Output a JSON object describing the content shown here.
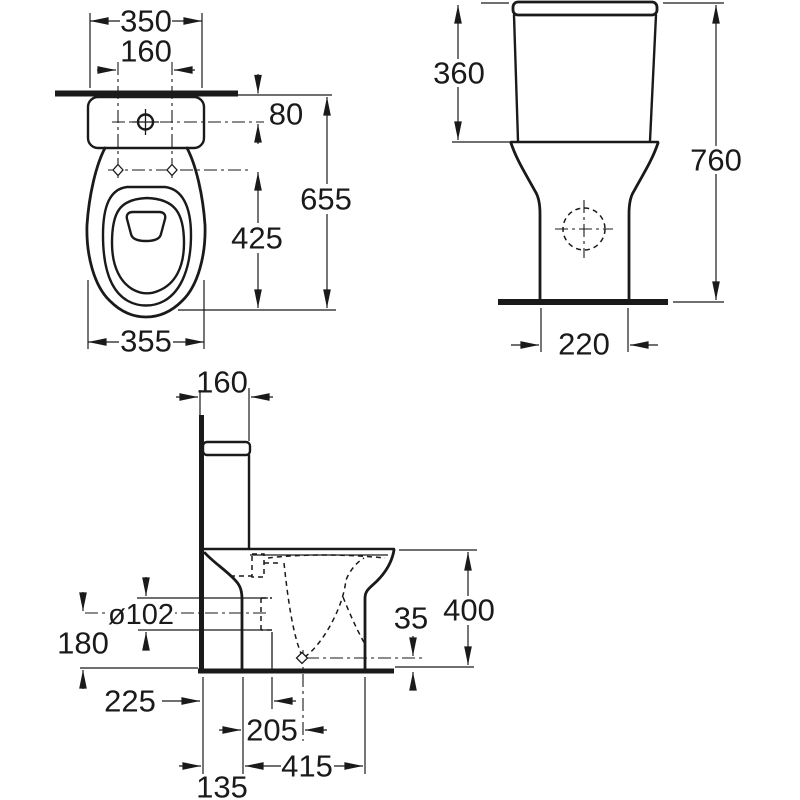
{
  "drawing": {
    "background": "#ffffff",
    "line_color": "#1a1a1a",
    "views": {
      "plan": {
        "dims": {
          "cistern_width": "350",
          "fixing_hole_centers": "160",
          "inlet_offset": "80",
          "overall_depth": "655",
          "holes_to_front": "425",
          "bowl_width": "355"
        }
      },
      "front": {
        "dims": {
          "cistern_height": "360",
          "overall_height": "760",
          "base_width": "220"
        }
      },
      "side": {
        "dims": {
          "cistern_depth": "160",
          "outlet_diameter": "ø102",
          "outlet_center_height": "180",
          "sump_height": "35",
          "pan_height": "400",
          "wall_to_trap": "225",
          "foot_to_outlet_center": "205",
          "foot_depth": "415",
          "wall_to_foot": "135"
        }
      }
    }
  }
}
